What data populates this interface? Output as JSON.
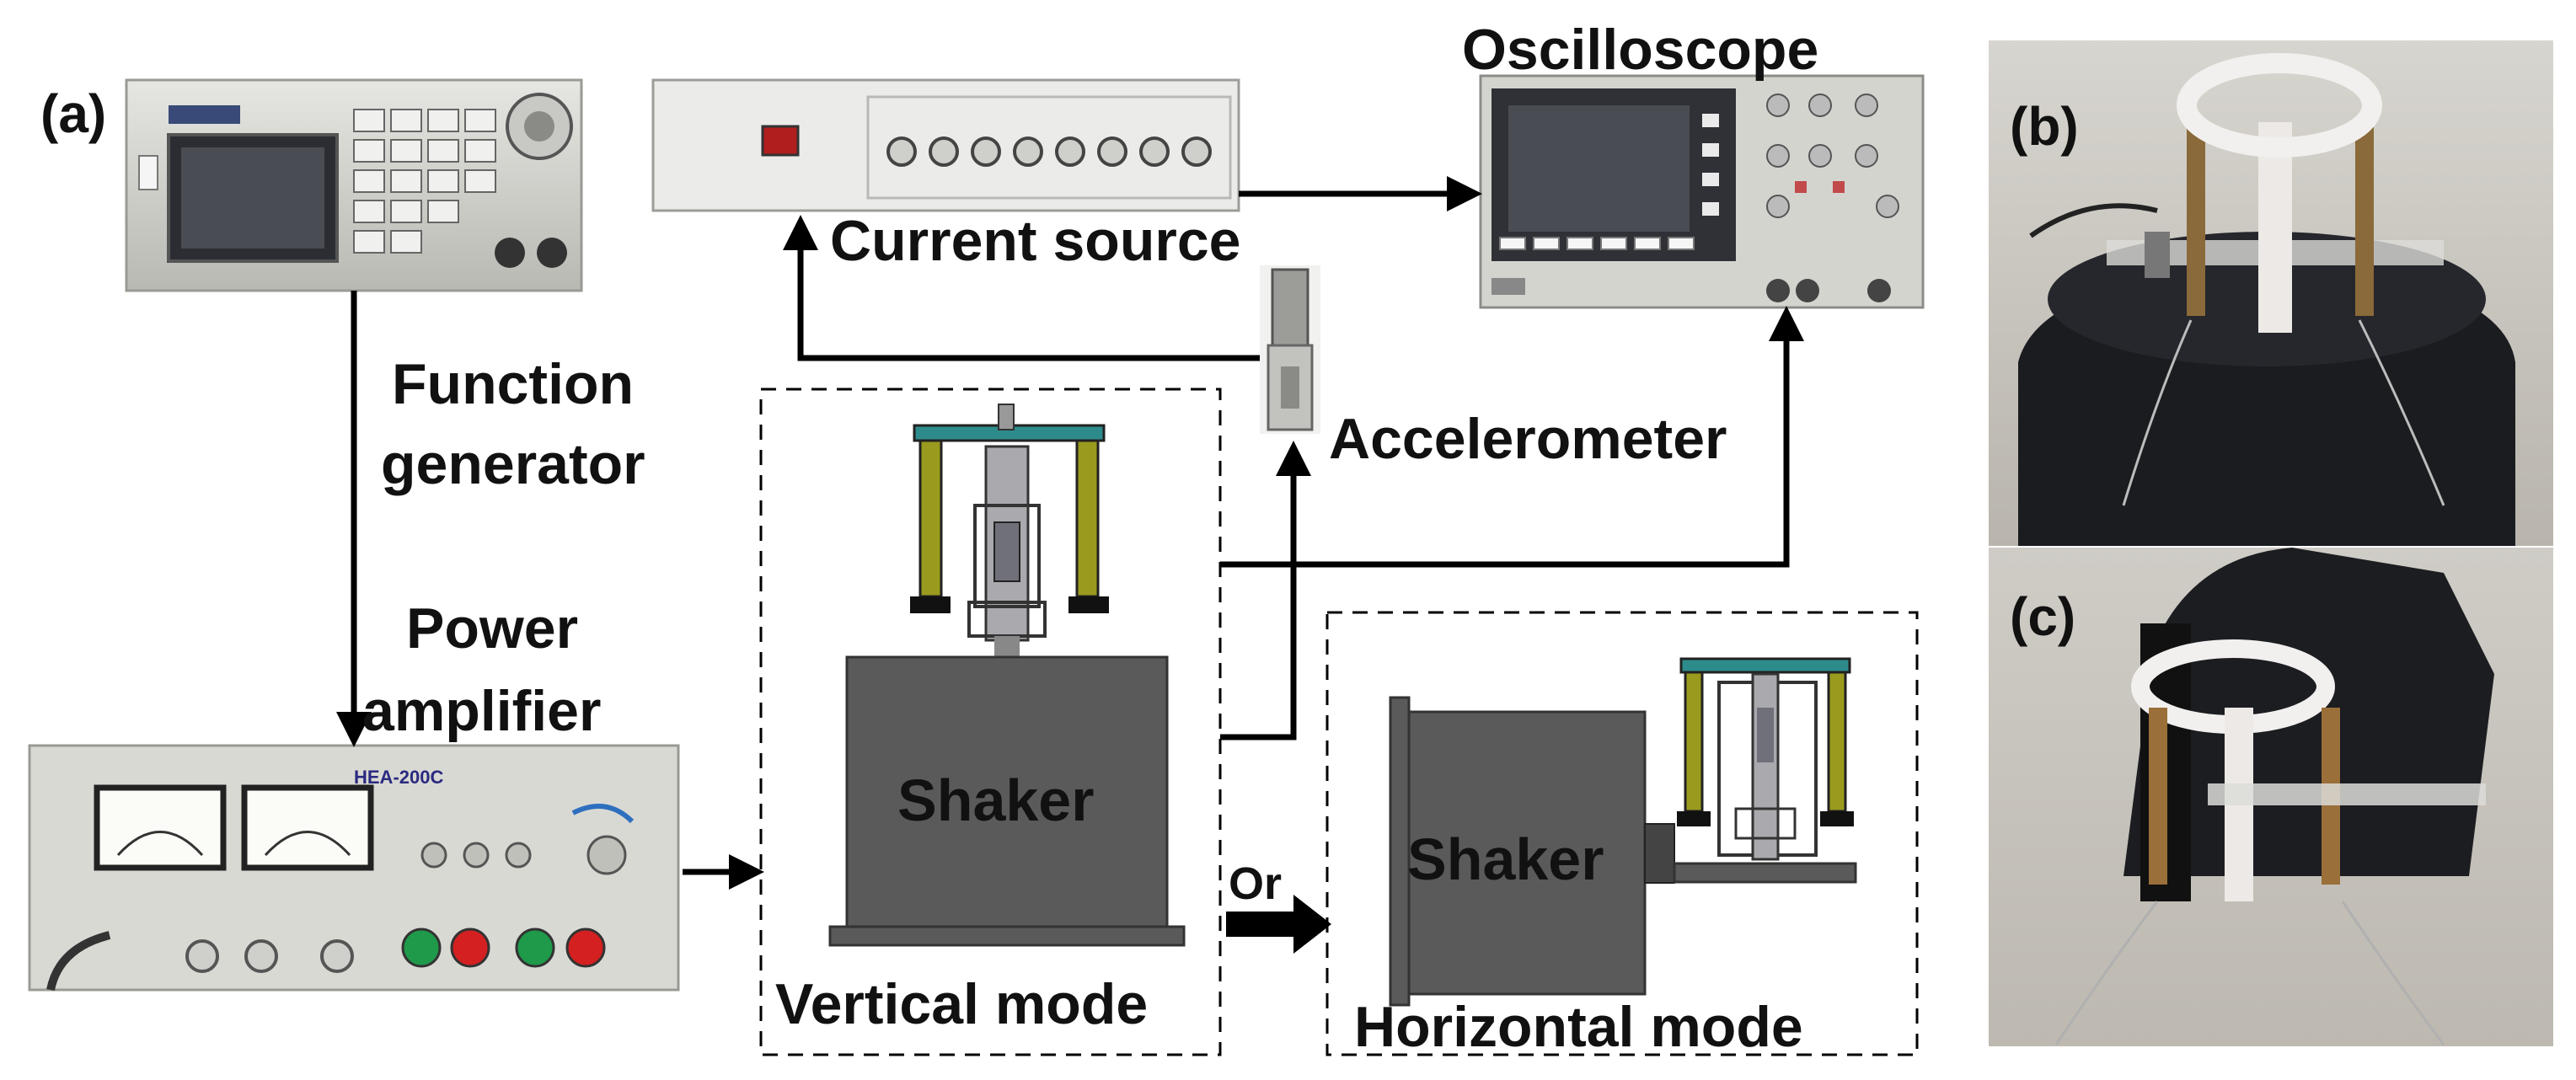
{
  "panels": {
    "a": "(a)",
    "b": "(b)",
    "c": "(c)"
  },
  "labels": {
    "oscilloscope": "Oscilloscope",
    "current_source": "Current source",
    "function_generator_line1": "Function",
    "function_generator_line2": "generator",
    "accelerometer": "Accelerometer",
    "power_amplifier_line1": "Power",
    "power_amplifier_line2": "amplifier",
    "shaker_vertical": "Shaker",
    "shaker_horizontal": "Shaker",
    "or": "Or",
    "vertical_mode": "Vertical mode",
    "horizontal_mode": "Horizontal mode"
  },
  "equipment_text": {
    "power_amplifier_model": "HEA-200C"
  },
  "colors": {
    "shaker_body": "#5a5a5a",
    "frame_leg": "#9a9a1e",
    "frame_top": "#2e8b8b",
    "arrow": "#000000",
    "photo_floor": "#c9c6c0",
    "device_panel": "#d9d9d4"
  },
  "icons": [
    "function-generator-photo",
    "current-source-photo",
    "oscilloscope-photo",
    "power-amplifier-photo",
    "accelerometer-photo",
    "shaker-vertical-drawing",
    "shaker-horizontal-drawing",
    "harvester-photo-b",
    "harvester-photo-c"
  ]
}
